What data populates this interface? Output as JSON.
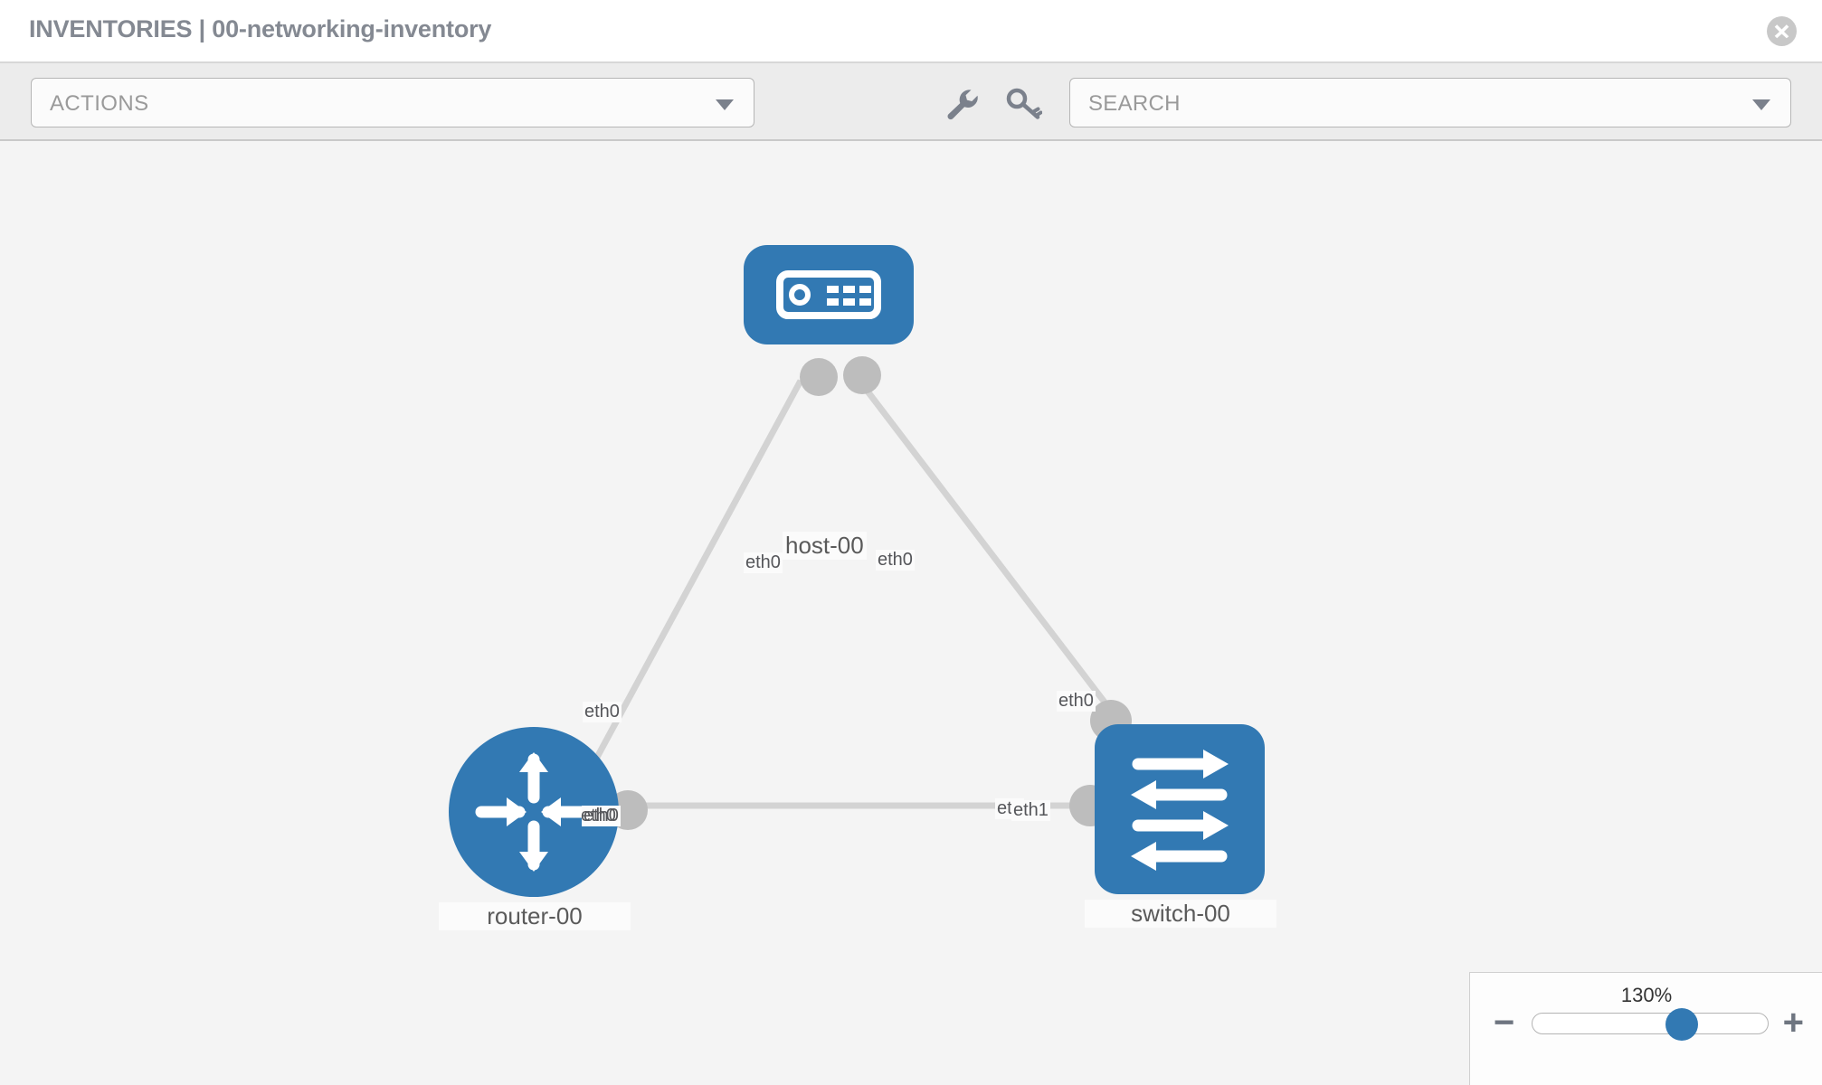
{
  "header": {
    "title": "INVENTORIES | 00-networking-inventory",
    "close_icon": "close-icon"
  },
  "toolbar": {
    "actions_label": "ACTIONS",
    "actions_caret_icon": "chevron-down-icon",
    "wrench_icon": "wrench-icon",
    "key_icon": "key-icon",
    "search_placeholder": "SEARCH",
    "search_caret_icon": "chevron-down-icon"
  },
  "topology": {
    "nodes": [
      {
        "id": "host-00",
        "label": "host-00",
        "icon": "server-icon",
        "shape": "rounded",
        "color": "#3279b3"
      },
      {
        "id": "router-00",
        "label": "router-00",
        "icon": "router-icon",
        "shape": "circle",
        "color": "#3279b3"
      },
      {
        "id": "switch-00",
        "label": "switch-00",
        "icon": "switch-icon",
        "shape": "rounded",
        "color": "#3279b3"
      }
    ],
    "links": [
      {
        "from": "host-00",
        "to": "router-00",
        "from_label": "eth0",
        "to_label": "eth0"
      },
      {
        "from": "host-00",
        "to": "switch-00",
        "from_label": "eth0",
        "to_label": "eth0"
      },
      {
        "from": "router-00",
        "to": "switch-00",
        "from_label": "eth0",
        "to_label": "eth1",
        "to_label_behind": "eth"
      }
    ],
    "link_color": "#d3d3d3",
    "connector_color": "#bdbdbd"
  },
  "zoom_control": {
    "percent": "130%",
    "minus_label": "−",
    "plus_label": "+",
    "value": 65
  }
}
